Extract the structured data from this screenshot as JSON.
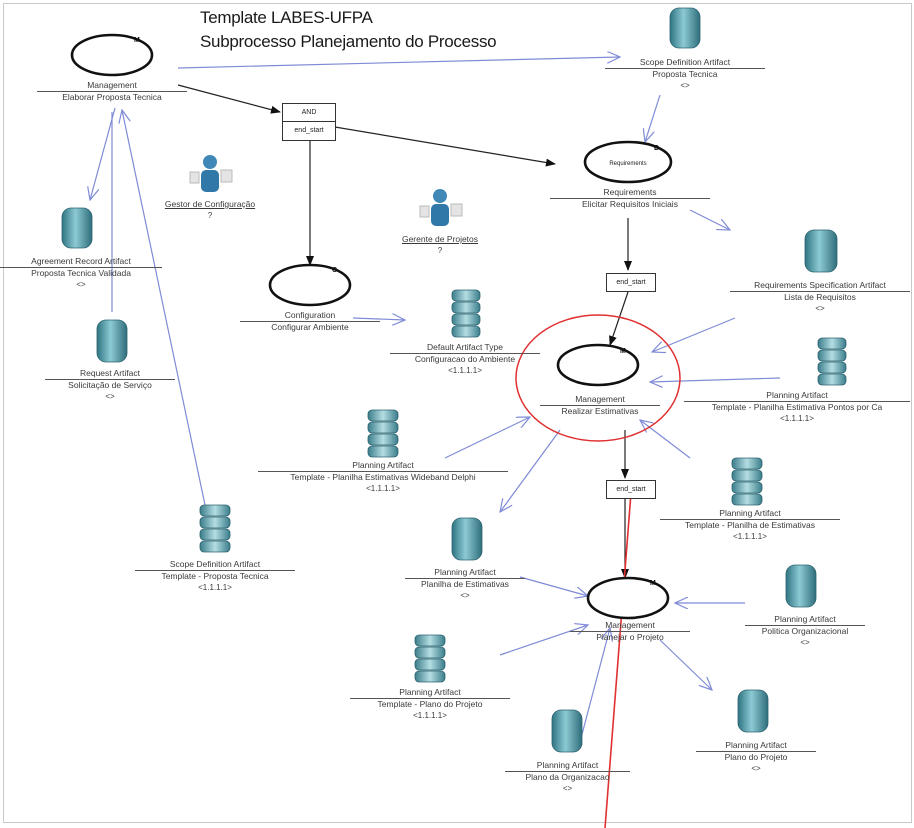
{
  "title": {
    "line1": "Template LABES-UFPA",
    "line2": "Subprocesso Planejamento do Processo"
  },
  "activities": {
    "elaborar": {
      "type": "Management",
      "name": "Elaborar Proposta Tecnica"
    },
    "configurar": {
      "type": "Configuration",
      "name": "Configurar Ambiente"
    },
    "requisitos": {
      "type": "Requirements",
      "name": "Elicitar Requisitos Iniciais",
      "badge": "Requirements"
    },
    "estimativas": {
      "type": "Management",
      "name": "Realizar Estimativas"
    },
    "planejar": {
      "type": "Management",
      "name": "Planejar o Projeto"
    }
  },
  "roles": {
    "gestor": {
      "name": "Gestor de Configuração",
      "mult": "?"
    },
    "gerente": {
      "name": "Gerente de Projetos",
      "mult": "?"
    }
  },
  "gates": {
    "and": {
      "label": "AND",
      "sub": "end_start"
    },
    "es1": {
      "label": "end_start"
    },
    "es2": {
      "label": "end_start"
    }
  },
  "artifacts": {
    "scope_top": {
      "type": "Scope Definition Artifact",
      "name": "Proposta Tecnica",
      "tag": "<>"
    },
    "agreement": {
      "type": "Agreement Record Artifact",
      "name": "Proposta Tecnica Validada",
      "tag": "<>"
    },
    "request": {
      "type": "Request Artifact",
      "name": "Solicitação de Serviço",
      "tag": "<>"
    },
    "scope_tmpl": {
      "type": "Scope Definition Artifact",
      "name": "Template - Proposta Tecnica",
      "tag": "<1.1.1.1>"
    },
    "default": {
      "type": "Default Artifact Type",
      "name": "Configuracao do Ambiente",
      "tag": "<1.1.1.1>"
    },
    "req_spec": {
      "type": "Requirements Specification Artifact",
      "name": "Lista de Requisitos",
      "tag": "<>"
    },
    "plan_pontos": {
      "type": "Planning Artifact",
      "name": "Template - Planilha Estimativa Pontos por Ca",
      "tag": "<1.1.1.1>"
    },
    "plan_wideband": {
      "type": "Planning Artifact",
      "name": "Template - Planilha Estimativas Wideband Delphi",
      "tag": "<1.1.1.1>"
    },
    "plan_tmpl_est": {
      "type": "Planning Artifact",
      "name": "Template - Planilha de Estimativas",
      "tag": "<1.1.1.1>"
    },
    "plan_est": {
      "type": "Planning Artifact",
      "name": "Planilha de Estimativas",
      "tag": "<>"
    },
    "plan_politica": {
      "type": "Planning Artifact",
      "name": "Politica Organizacional",
      "tag": "<>"
    },
    "plan_tmpl_proj": {
      "type": "Planning Artifact",
      "name": "Template - Plano do Projeto",
      "tag": "<1.1.1.1>"
    },
    "plan_org": {
      "type": "Planning Artifact",
      "name": "Plano da Organizacao",
      "tag": "<>"
    },
    "plan_proj": {
      "type": "Planning Artifact",
      "name": "Plano do Projeto",
      "tag": "<>"
    }
  },
  "colors": {
    "flow": "#7f8bd6",
    "control": "#222222",
    "highlight": "#e03030",
    "artifact": "#4f9aa8"
  },
  "icons": [
    "activity-ellipse-icon",
    "role-person-icon",
    "artifact-stack-icon",
    "gate-box-icon"
  ]
}
